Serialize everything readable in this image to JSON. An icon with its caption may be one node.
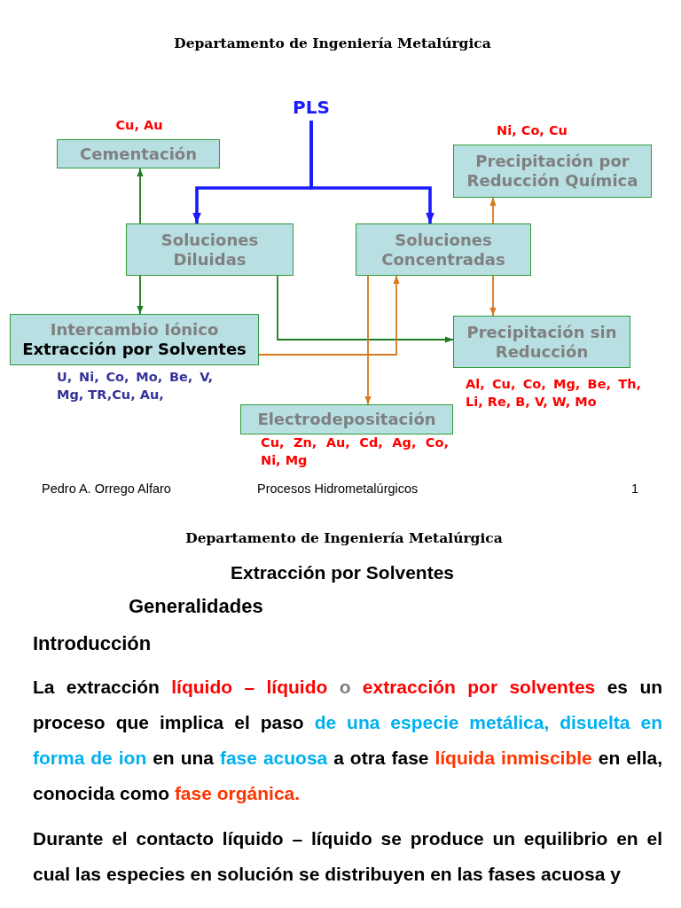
{
  "diagram": {
    "nodes": [
      {
        "text": [
          "PLS"
        ]
      },
      {
        "text": [
          "Cementación"
        ],
        "beside": [
          "Cu, Au"
        ]
      },
      {
        "text": [
          "Precipitación por Reducción Química"
        ],
        "beside": [
          "Ni, Co, Cu"
        ]
      },
      {
        "text": [
          "Soluciones Diluidas"
        ]
      },
      {
        "text": [
          "Soluciones Concentradas"
        ]
      },
      {
        "text": [
          "Intercambio Iónico",
          "Extracción por Solventes"
        ],
        "beside": [
          "U, Ni, Co, Mo, Be, V, Mg, TR,Cu, Au,"
        ]
      },
      {
        "text": [
          "Precipitación sin Reducción"
        ],
        "beside": [
          "Al, Cu, Co, Mg, Be, Th, Li, Re, B, V, W, Mo"
        ]
      },
      {
        "text": [
          "Electrodepositación"
        ],
        "beside": [
          "Cu, Zn, Au, Cd, Ag, Co, Ni, Mg"
        ]
      }
    ],
    "edges": [
      {
        "from": 0,
        "to": 3,
        "arrow": "to",
        "style": "thick",
        "color": "#1a1aff"
      },
      {
        "from": 0,
        "to": 4,
        "arrow": "to",
        "style": "thick",
        "color": "#1a1aff"
      },
      {
        "from": 3,
        "to": 1,
        "arrow": "to",
        "color": "#1e7b1e"
      },
      {
        "from": 3,
        "to": 5,
        "arrow": "to",
        "color": "#1e7b1e"
      },
      {
        "from": 3,
        "to": 6,
        "arrow": "to",
        "color": "#1e7b1e"
      },
      {
        "from": 5,
        "to": 4,
        "arrow": "to",
        "color": "#d9771e"
      },
      {
        "from": 4,
        "to": 7,
        "arrow": "to",
        "color": "#d9771e"
      },
      {
        "from": 4,
        "to": 2,
        "arrow": "to",
        "color": "#d9771e"
      },
      {
        "from": 4,
        "to": 6,
        "arrow": "to",
        "color": "#d9771e"
      }
    ],
    "labels": [
      "Departamento de Ingeniería Metalúrgica",
      "Pedro A. Orrego Alfaro",
      "Procesos Hidrometalúrgicos",
      "1",
      "Departamento de Ingeniería Metalúrgica",
      "Extracción por Solventes",
      "Generalidades",
      "Introducción",
      "La extracción líquido – líquido o extracción por solventes es un proceso que implica el paso de una especie metálica, disuelta en forma de ion en una fase acuosa a otra fase líquida inmiscible en ella, conocida como fase orgánica.",
      "Durante el contacto líquido – líquido se produce un equilibrio en el cual las especies en solución se distribuyen en las fases acuosa y"
    ]
  }
}
